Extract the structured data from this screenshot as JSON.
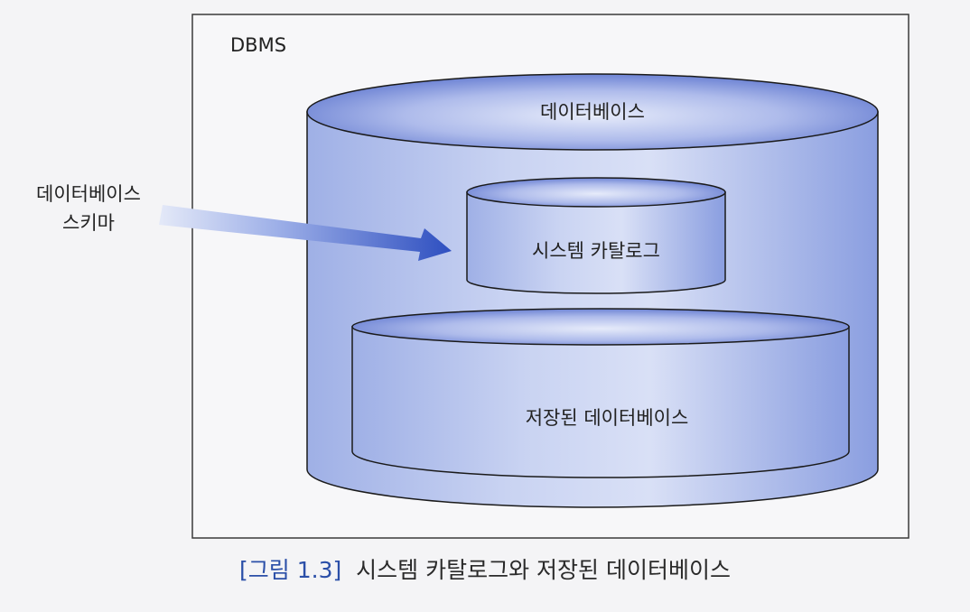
{
  "diagram": {
    "frame_label": "DBMS",
    "outer_db_label": "데이터베이스",
    "catalog_label": "시스템 카탈로그",
    "stored_db_label": "저장된 데이터베이스",
    "schema_label_line1": "데이터베이스",
    "schema_label_line2": "스키마"
  },
  "caption": {
    "number": "[그림 1.3]",
    "text": "시스템 카탈로그와 저장된 데이터베이스"
  },
  "colors": {
    "cylinder_body": "#bcc8ee",
    "cylinder_top": "#6f86d6",
    "arrow": "#2e4fc0",
    "caption_number": "#2b4fa8"
  }
}
